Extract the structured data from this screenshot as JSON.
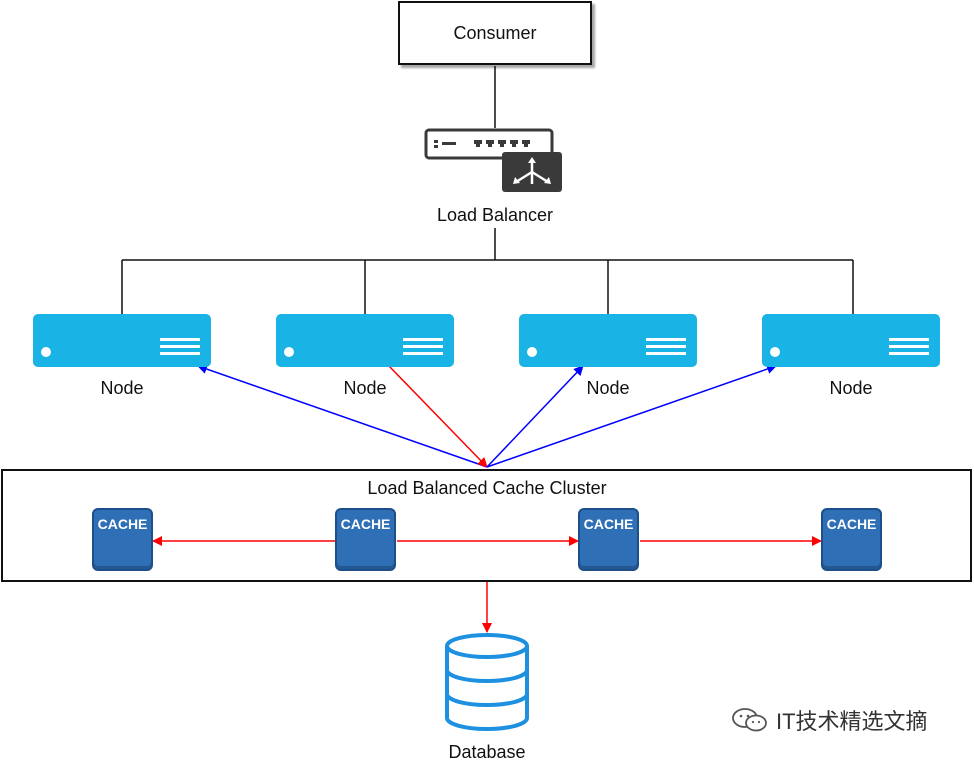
{
  "consumer": {
    "label": "Consumer"
  },
  "load_balancer": {
    "label": "Load Balancer"
  },
  "nodes": [
    {
      "label": "Node"
    },
    {
      "label": "Node"
    },
    {
      "label": "Node"
    },
    {
      "label": "Node"
    }
  ],
  "cluster": {
    "title": "Load Balanced Cache Cluster",
    "caches": [
      {
        "label": "CACHE"
      },
      {
        "label": "CACHE"
      },
      {
        "label": "CACHE"
      },
      {
        "label": "CACHE"
      }
    ]
  },
  "database": {
    "label": "Database"
  },
  "watermark": {
    "text": "IT技术精选文摘"
  },
  "colors": {
    "server": "#1ab3e6",
    "cache": "#2e6fb6",
    "database": "#1e90e0",
    "arrow_blue": "#0000ff",
    "arrow_red": "#ff0000"
  }
}
